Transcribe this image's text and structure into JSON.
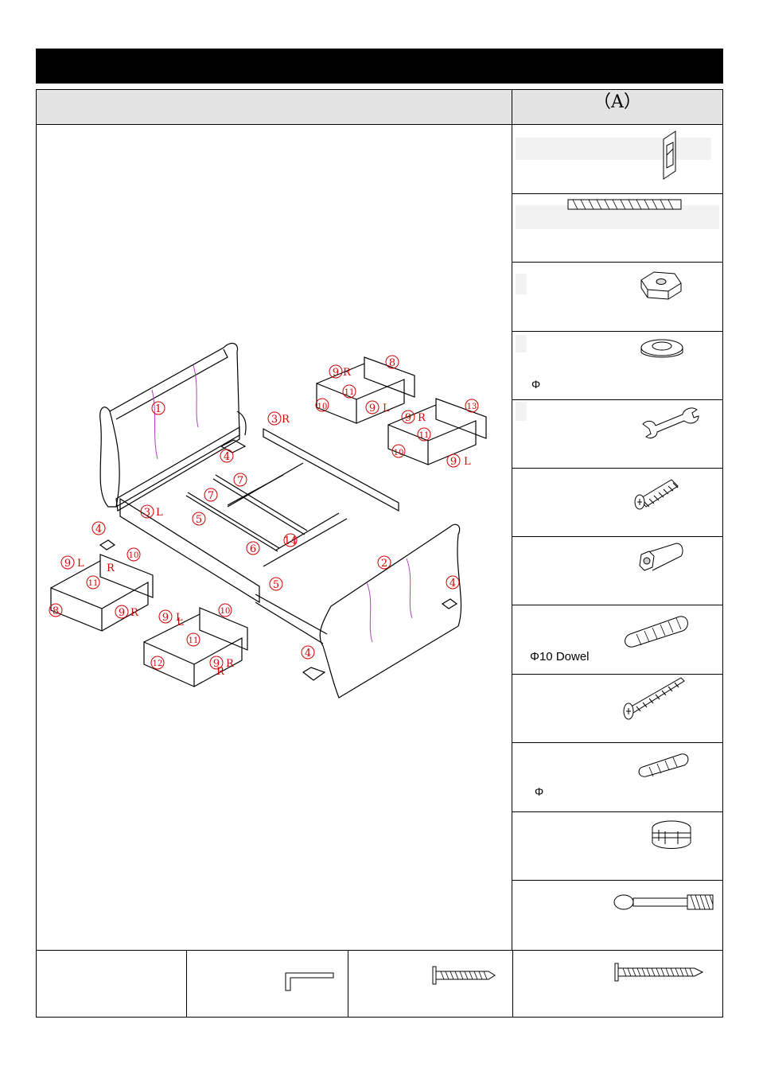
{
  "header": {
    "column_a_label": "（A）"
  },
  "hardware": [
    {
      "icon": "corner-bracket-icon",
      "label": ""
    },
    {
      "icon": "threaded-rod-icon",
      "label": ""
    },
    {
      "icon": "hex-nut-icon",
      "label": ""
    },
    {
      "icon": "spring-washer-icon",
      "label": "Φ"
    },
    {
      "icon": "wrench-icon",
      "label": ""
    },
    {
      "icon": "bolt-icon",
      "label": ""
    },
    {
      "icon": "barrel-nut-icon",
      "label": ""
    },
    {
      "icon": "dowel-icon",
      "label": "Φ10 Dowel"
    },
    {
      "icon": "long-screw-icon",
      "label": ""
    },
    {
      "icon": "small-dowel-icon",
      "label": "Φ"
    },
    {
      "icon": "cam-lock-icon",
      "label": ""
    },
    {
      "icon": "cam-bolt-icon",
      "label": ""
    }
  ],
  "bottom_items": [
    {
      "icon": "blank-icon"
    },
    {
      "icon": "allen-key-icon"
    },
    {
      "icon": "wood-screw-icon"
    },
    {
      "icon": "long-wood-screw-icon"
    }
  ],
  "diagram": {
    "callouts": [
      "1",
      "2",
      "3",
      "3",
      "4",
      "4",
      "4",
      "4",
      "5",
      "5",
      "6",
      "7",
      "7",
      "14",
      "8",
      "8",
      "9",
      "9",
      "9",
      "9",
      "9",
      "9",
      "9",
      "9",
      "10",
      "10",
      "10",
      "10",
      "11",
      "11",
      "11",
      "11",
      "12",
      "13"
    ],
    "side_marks": [
      "R",
      "L",
      "R",
      "L",
      "R",
      "L",
      "L",
      "R",
      "L",
      "R",
      "R",
      "L",
      "R"
    ]
  },
  "colors": {
    "callout": "#d00000",
    "header_bg": "#e3e3e3",
    "title_bar": "#000000",
    "seam": "#b040c0"
  }
}
